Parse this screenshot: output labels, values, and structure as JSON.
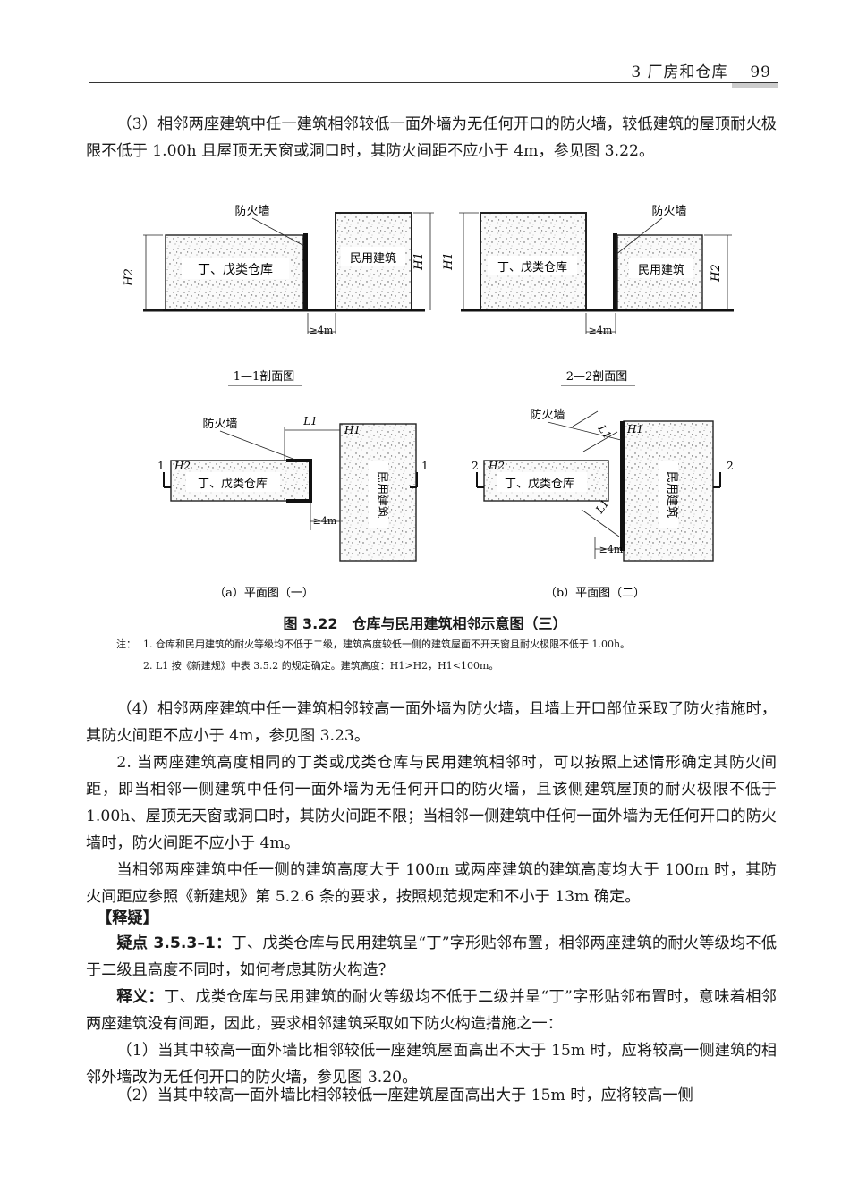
{
  "header": {
    "chapter": "3 厂房和仓库",
    "page_number": "99"
  },
  "p1": "（3）相邻两座建筑中任一建筑相邻较低一面外墙为无任何开口的防火墙，较低建筑的屋顶耐火极限不低于 1.00h 且屋顶无天窗或洞口时，其防火间距不应小于 4m，参见图 3.22。",
  "figure": {
    "wall_label": "防火墙",
    "warehouse_label": "丁、戊类仓库",
    "civil_label": "民用建筑",
    "h1": "H1",
    "h2": "H2",
    "l1": "L1",
    "dist": "≥4m",
    "sec1": "1—1剖面图",
    "sec2": "2—2剖面图",
    "mark1": "1",
    "mark2": "2",
    "plan_a": "（a）平面图（一）",
    "plan_b": "（b）平面图（二）"
  },
  "caption": "图 3.22　仓库与民用建筑相邻示意图（三）",
  "notes": {
    "label": "注：",
    "n1": "1.  仓库和民用建筑的耐火等级均不低于二级，建筑高度较低一侧的建筑屋面不开天窗且耐火极限不低于 1.00h。",
    "n2": "2.  L1 按《新建规》中表 3.5.2 的规定确定。建筑高度：H1>H2，H1<100m。"
  },
  "p2": "（4）相邻两座建筑中任一建筑相邻较高一面外墙为防火墙，且墙上开口部位采取了防火措施时，其防火间距不应小于 4m，参见图 3.23。",
  "p3": "2. 当两座建筑高度相同的丁类或戊类仓库与民用建筑相邻时，可以按照上述情形确定其防火间距，即当相邻一侧建筑中任何一面外墙为无任何开口的防火墙，且该侧建筑屋顶的耐火极限不低于 1.00h、屋顶无天窗或洞口时，其防火间距不限；当相邻一侧建筑中任何一面外墙为无任何开口的防火墙时，防火间距不应小于 4m。",
  "p4": "当相邻两座建筑中任一侧的建筑高度大于 100m 或两座建筑的建筑高度均大于 100m 时，其防火间距应参照《新建规》第 5.2.6 条的要求，按照规范规定和不小于 13m 确定。",
  "section_title": "【释疑】",
  "q_label": "疑点 3.5.3–1：",
  "q_text": "丁、戊类仓库与民用建筑呈“丁”字形贴邻布置，相邻两座建筑的耐火等级均不低于二级且高度不同时，如何考虑其防火构造？",
  "a_label": "释义：",
  "a_text": "丁、戊类仓库与民用建筑的耐火等级均不低于二级并呈“丁”字形贴邻布置时，意味着相邻两座建筑没有间距，因此，要求相邻建筑采取如下防火构造措施之一：",
  "p5": "（1）当其中较高一面外墙比相邻较低一座建筑屋面高出不大于 15m 时，应将较高一侧建筑的相邻外墙改为无任何开口的防火墙，参见图 3.20。",
  "p6": "（2）当其中较高一面外墙比相邻较低一座建筑屋面高出大于 15m 时，应将较高一侧"
}
